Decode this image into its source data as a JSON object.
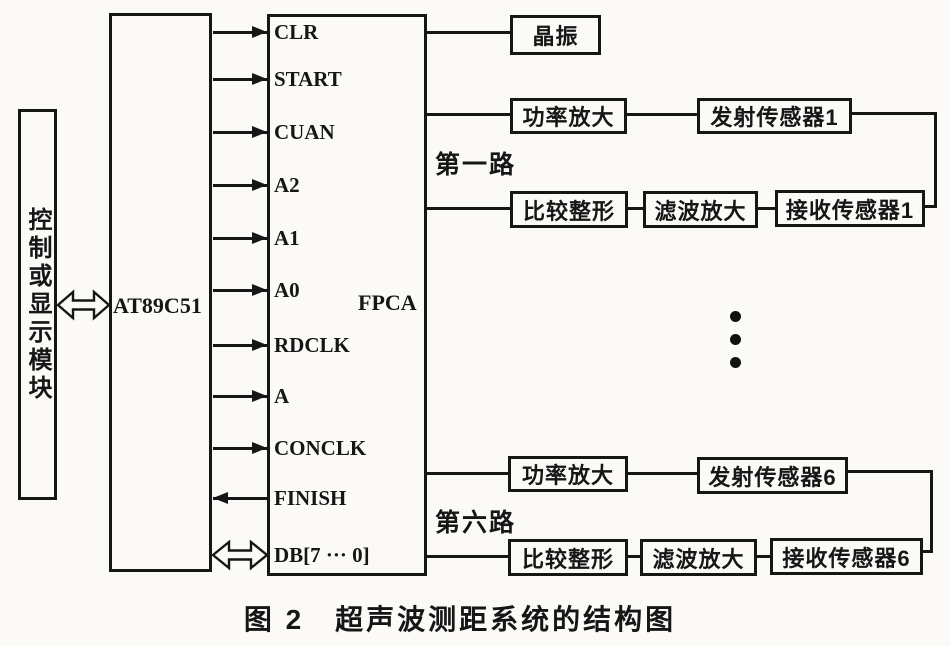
{
  "caption": "图 2　超声波测距系统的结构图",
  "blocks": {
    "control_module": "控制或显示模块",
    "mcu": "AT89C51",
    "fpga": "FPCA",
    "crystal": "晶振"
  },
  "pins": [
    {
      "label": "CLR",
      "direction": "to-fpga"
    },
    {
      "label": "START",
      "direction": "to-fpga"
    },
    {
      "label": "CUAN",
      "direction": "to-fpga"
    },
    {
      "label": "A2",
      "direction": "to-fpga"
    },
    {
      "label": "A1",
      "direction": "to-fpga"
    },
    {
      "label": "A0",
      "direction": "to-fpga"
    },
    {
      "label": "RDCLK",
      "direction": "to-fpga"
    },
    {
      "label": "A",
      "direction": "to-fpga"
    },
    {
      "label": "CONCLK",
      "direction": "to-fpga"
    },
    {
      "label": "FINISH",
      "direction": "to-mcu"
    },
    {
      "label": "DB[7 ··· 0]",
      "direction": "bidirectional"
    }
  ],
  "channels": [
    {
      "name": "第一路",
      "power_amp": "功率放大",
      "tx_sensor": "发射传感器1",
      "comparator": "比较整形",
      "filter_amp": "滤波放大",
      "rx_sensor": "接收传感器1"
    },
    {
      "name": "第六路",
      "power_amp": "功率放大",
      "tx_sensor": "发射传感器6",
      "comparator": "比较整形",
      "filter_amp": "滤波放大",
      "rx_sensor": "接收传感器6"
    }
  ],
  "colors": {
    "ink": "#161616",
    "paper": "#fbfaf7"
  }
}
